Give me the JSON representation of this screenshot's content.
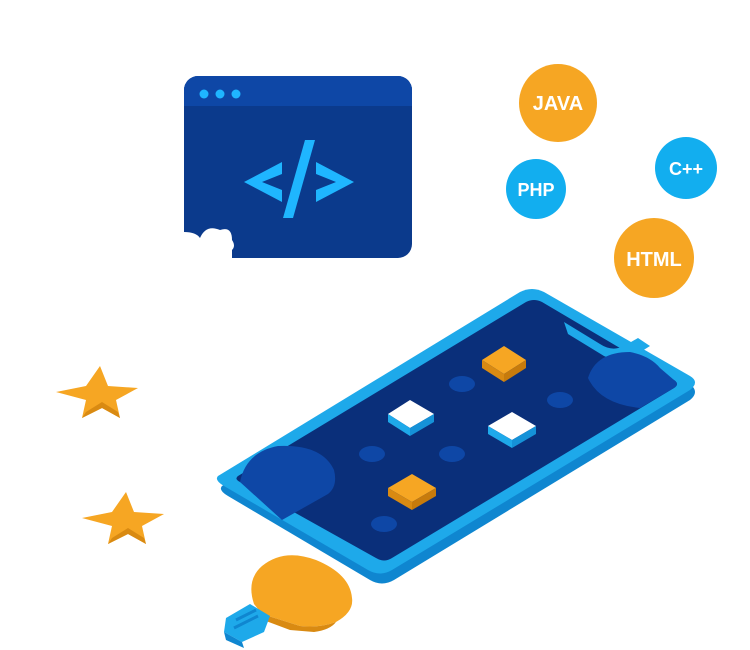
{
  "code_window": {
    "code_glyph": "</>",
    "dots_color": "#1FB6FF",
    "window_color": "#0B3A8C",
    "icon_name": "code-window-icon"
  },
  "languages": [
    {
      "label": "JAVA",
      "color": "#F6A623"
    },
    {
      "label": "PHP",
      "color": "#12AEEF"
    },
    {
      "label": "C++",
      "color": "#12AEEF"
    },
    {
      "label": "HTML",
      "color": "#F6A623"
    }
  ],
  "phone": {
    "frame_color": "#1EA9EA",
    "screen_color": "#0A2F7A",
    "tile_colors": {
      "orange": "#F6A623",
      "white": "#FFFFFF"
    },
    "icon_name": "smartphone-icon"
  },
  "decorations": {
    "star_color": "#F6A623",
    "bulb_color": "#F6A623",
    "bulb_base_color": "#1EA9EA",
    "icons": [
      "star-icon",
      "star-icon",
      "lightbulb-icon"
    ]
  }
}
